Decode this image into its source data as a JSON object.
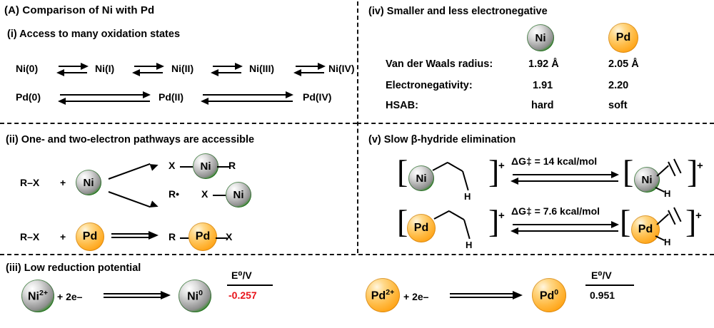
{
  "figure": {
    "panel_label": "(A) Comparison of Ni with Pd",
    "colors": {
      "ni_green": "#119311",
      "pd_orange": "#ffa519",
      "red_value": "#e8131a"
    }
  },
  "sections": {
    "i": {
      "heading": "(i) Access to many oxidation states",
      "ni_states": [
        "Ni(0)",
        "Ni(I)",
        "Ni(II)",
        "Ni(III)",
        "Ni(IV)"
      ],
      "pd_states": [
        "Pd(0)",
        "Pd(II)",
        "Pd(IV)"
      ],
      "arrow_type": "equilibrium"
    },
    "ii": {
      "heading": "(ii) One- and two-electron pathways are accessible",
      "ni_reactant": "R–X",
      "plus": "+",
      "ni_label": "Ni",
      "two_electron_product": {
        "left": "X",
        "metal": "Ni",
        "right": "R"
      },
      "one_electron_product": {
        "radical": "R•",
        "left": "X",
        "metal": "Ni"
      },
      "pd_reactant": "R–X",
      "pd_label": "Pd",
      "pd_product": {
        "left": "R",
        "metal": "Pd",
        "right": "X"
      }
    },
    "iii": {
      "heading": "(iii) Low reduction potential",
      "column_header": "E⁰/V",
      "ni_reaction": {
        "species": "Ni",
        "charge": "2+",
        "electrons": "+ 2e–",
        "product": "Ni",
        "product_charge": "0",
        "potential": "-0.257"
      },
      "pd_reaction": {
        "species": "Pd",
        "charge": "2+",
        "electrons": "+ 2e–",
        "product": "Pd",
        "product_charge": "0",
        "potential": "0.951"
      }
    },
    "iv": {
      "heading": "(iv) Smaller and less electronegative",
      "col_ni": "Ni",
      "col_pd": "Pd",
      "rows": [
        {
          "label": "Van der Waals radius:",
          "ni": "1.92 Å",
          "pd": "2.05 Å"
        },
        {
          "label": "Electronegativity:",
          "ni": "1.91",
          "pd": "2.20"
        },
        {
          "label": "HSAB:",
          "ni": "hard",
          "pd": "soft"
        }
      ]
    },
    "v": {
      "heading": "(v) Slow β-hydride elimination",
      "ni_row": {
        "metal": "Ni",
        "charge": "+",
        "barrier": "ΔG‡ = 14 kcal/mol",
        "hydride": "H"
      },
      "pd_row": {
        "metal": "Pd",
        "charge": "+",
        "barrier": "ΔG‡ = 7.6 kcal/mol",
        "hydride": "H"
      }
    }
  }
}
